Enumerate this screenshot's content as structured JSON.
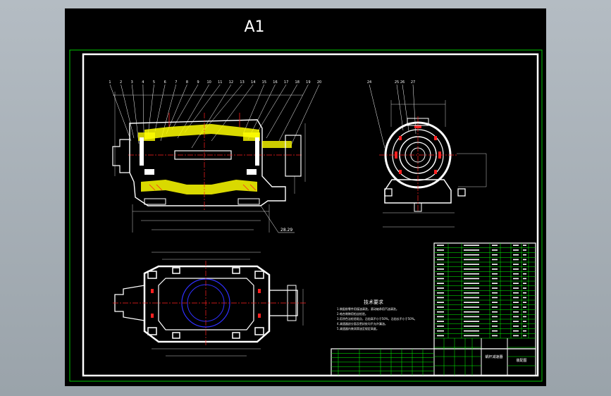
{
  "sheet": {
    "size_code": "A1"
  },
  "tech_req": {
    "title": "技术要求",
    "lines": [
      "1.装配前零件用煤油清洗，滚动轴承用汽油清洗。",
      "2.啮合侧隙用铅丝检验。",
      "3.用涂色法检验斑点，沿齿高不小于50%，沿齿长不小于50%。",
      "4.减速器剖分面及密封处均不允许漏油。",
      "5.减速器内装润滑油至规定高度。"
    ]
  },
  "callouts": {
    "front": [
      "1",
      "2",
      "3",
      "4",
      "5",
      "6",
      "7",
      "8",
      "9",
      "10",
      "11",
      "12",
      "13",
      "14",
      "15",
      "16",
      "17",
      "18",
      "19",
      "20"
    ],
    "side": [
      "24",
      "25",
      "26",
      "27"
    ],
    "bottom": "28.29"
  },
  "title_block": {
    "name": "蜗杆减速器",
    "subtitle": "装配图"
  },
  "colors": {
    "sheet_bg": "#000000",
    "border": "#ffffff",
    "outer_frame": "#00c800",
    "outline": "#ffffff",
    "hatch": "#ffff00",
    "center_line": "#ff2020",
    "dimension": "#ffffff",
    "gear_circle": "#3030ff",
    "table_line": "#00ff00"
  }
}
